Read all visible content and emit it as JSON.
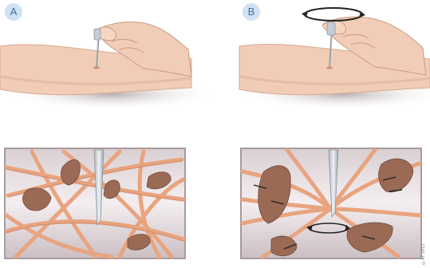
{
  "panels": {
    "a": {
      "label": "A"
    },
    "b": {
      "label": "B"
    }
  },
  "credit": "©AF 2012",
  "colors": {
    "skin": "#f1cdb7",
    "skin_shadow": "#e0b59c",
    "shadow": "#c9c0c3",
    "fiber": "#e8a47f",
    "fiber_dark": "#cf8a66",
    "cell": "#9a6a55",
    "cell_dark": "#6f4a3b",
    "frame": "#a89a9e",
    "frame_bg": "#eee6e8",
    "needle": "#cfd5db",
    "badge_bg": "#cfe1f2",
    "badge_text": "#3f6f9c"
  }
}
